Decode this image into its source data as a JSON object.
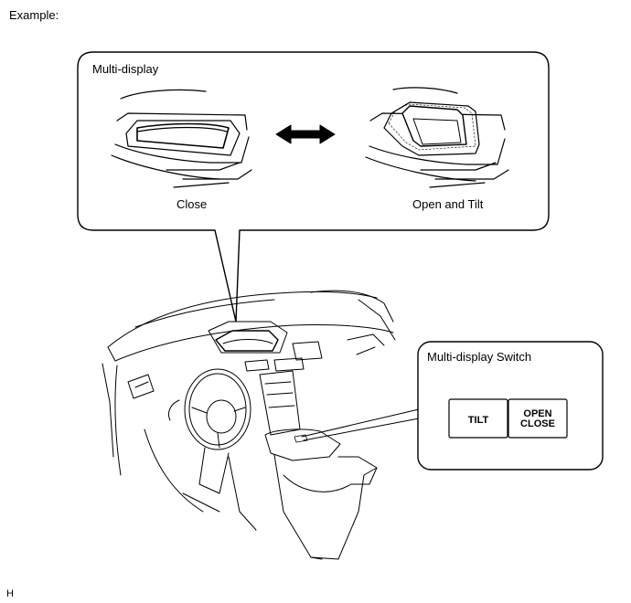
{
  "heading": "Example:",
  "multi_display": {
    "title": "Multi-display",
    "state_close": "Close",
    "state_open": "Open and Tilt"
  },
  "switch_panel": {
    "title": "Multi-display Switch",
    "tilt_label": "TILT",
    "open_label": "OPEN",
    "close_label": "CLOSE"
  },
  "corner_mark": "H"
}
